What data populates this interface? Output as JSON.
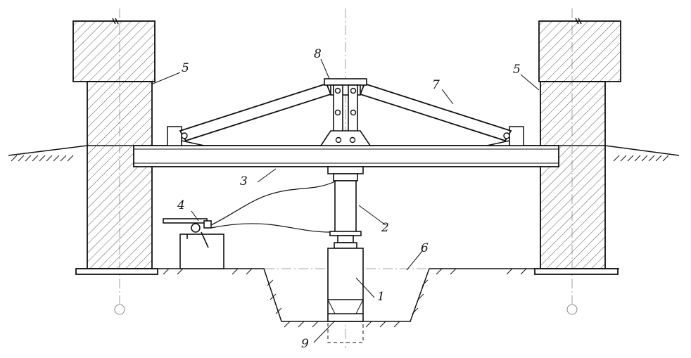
{
  "colors": {
    "line": "#111111",
    "hatch": "#555555",
    "axis": "#888888",
    "background": "#ffffff"
  },
  "labels": {
    "l1": "1",
    "l2": "2",
    "l3": "3",
    "l4": "4",
    "l5_left": "5",
    "l5_right": "5",
    "l6": "6",
    "l7": "7",
    "l8": "8",
    "l9": "9"
  }
}
